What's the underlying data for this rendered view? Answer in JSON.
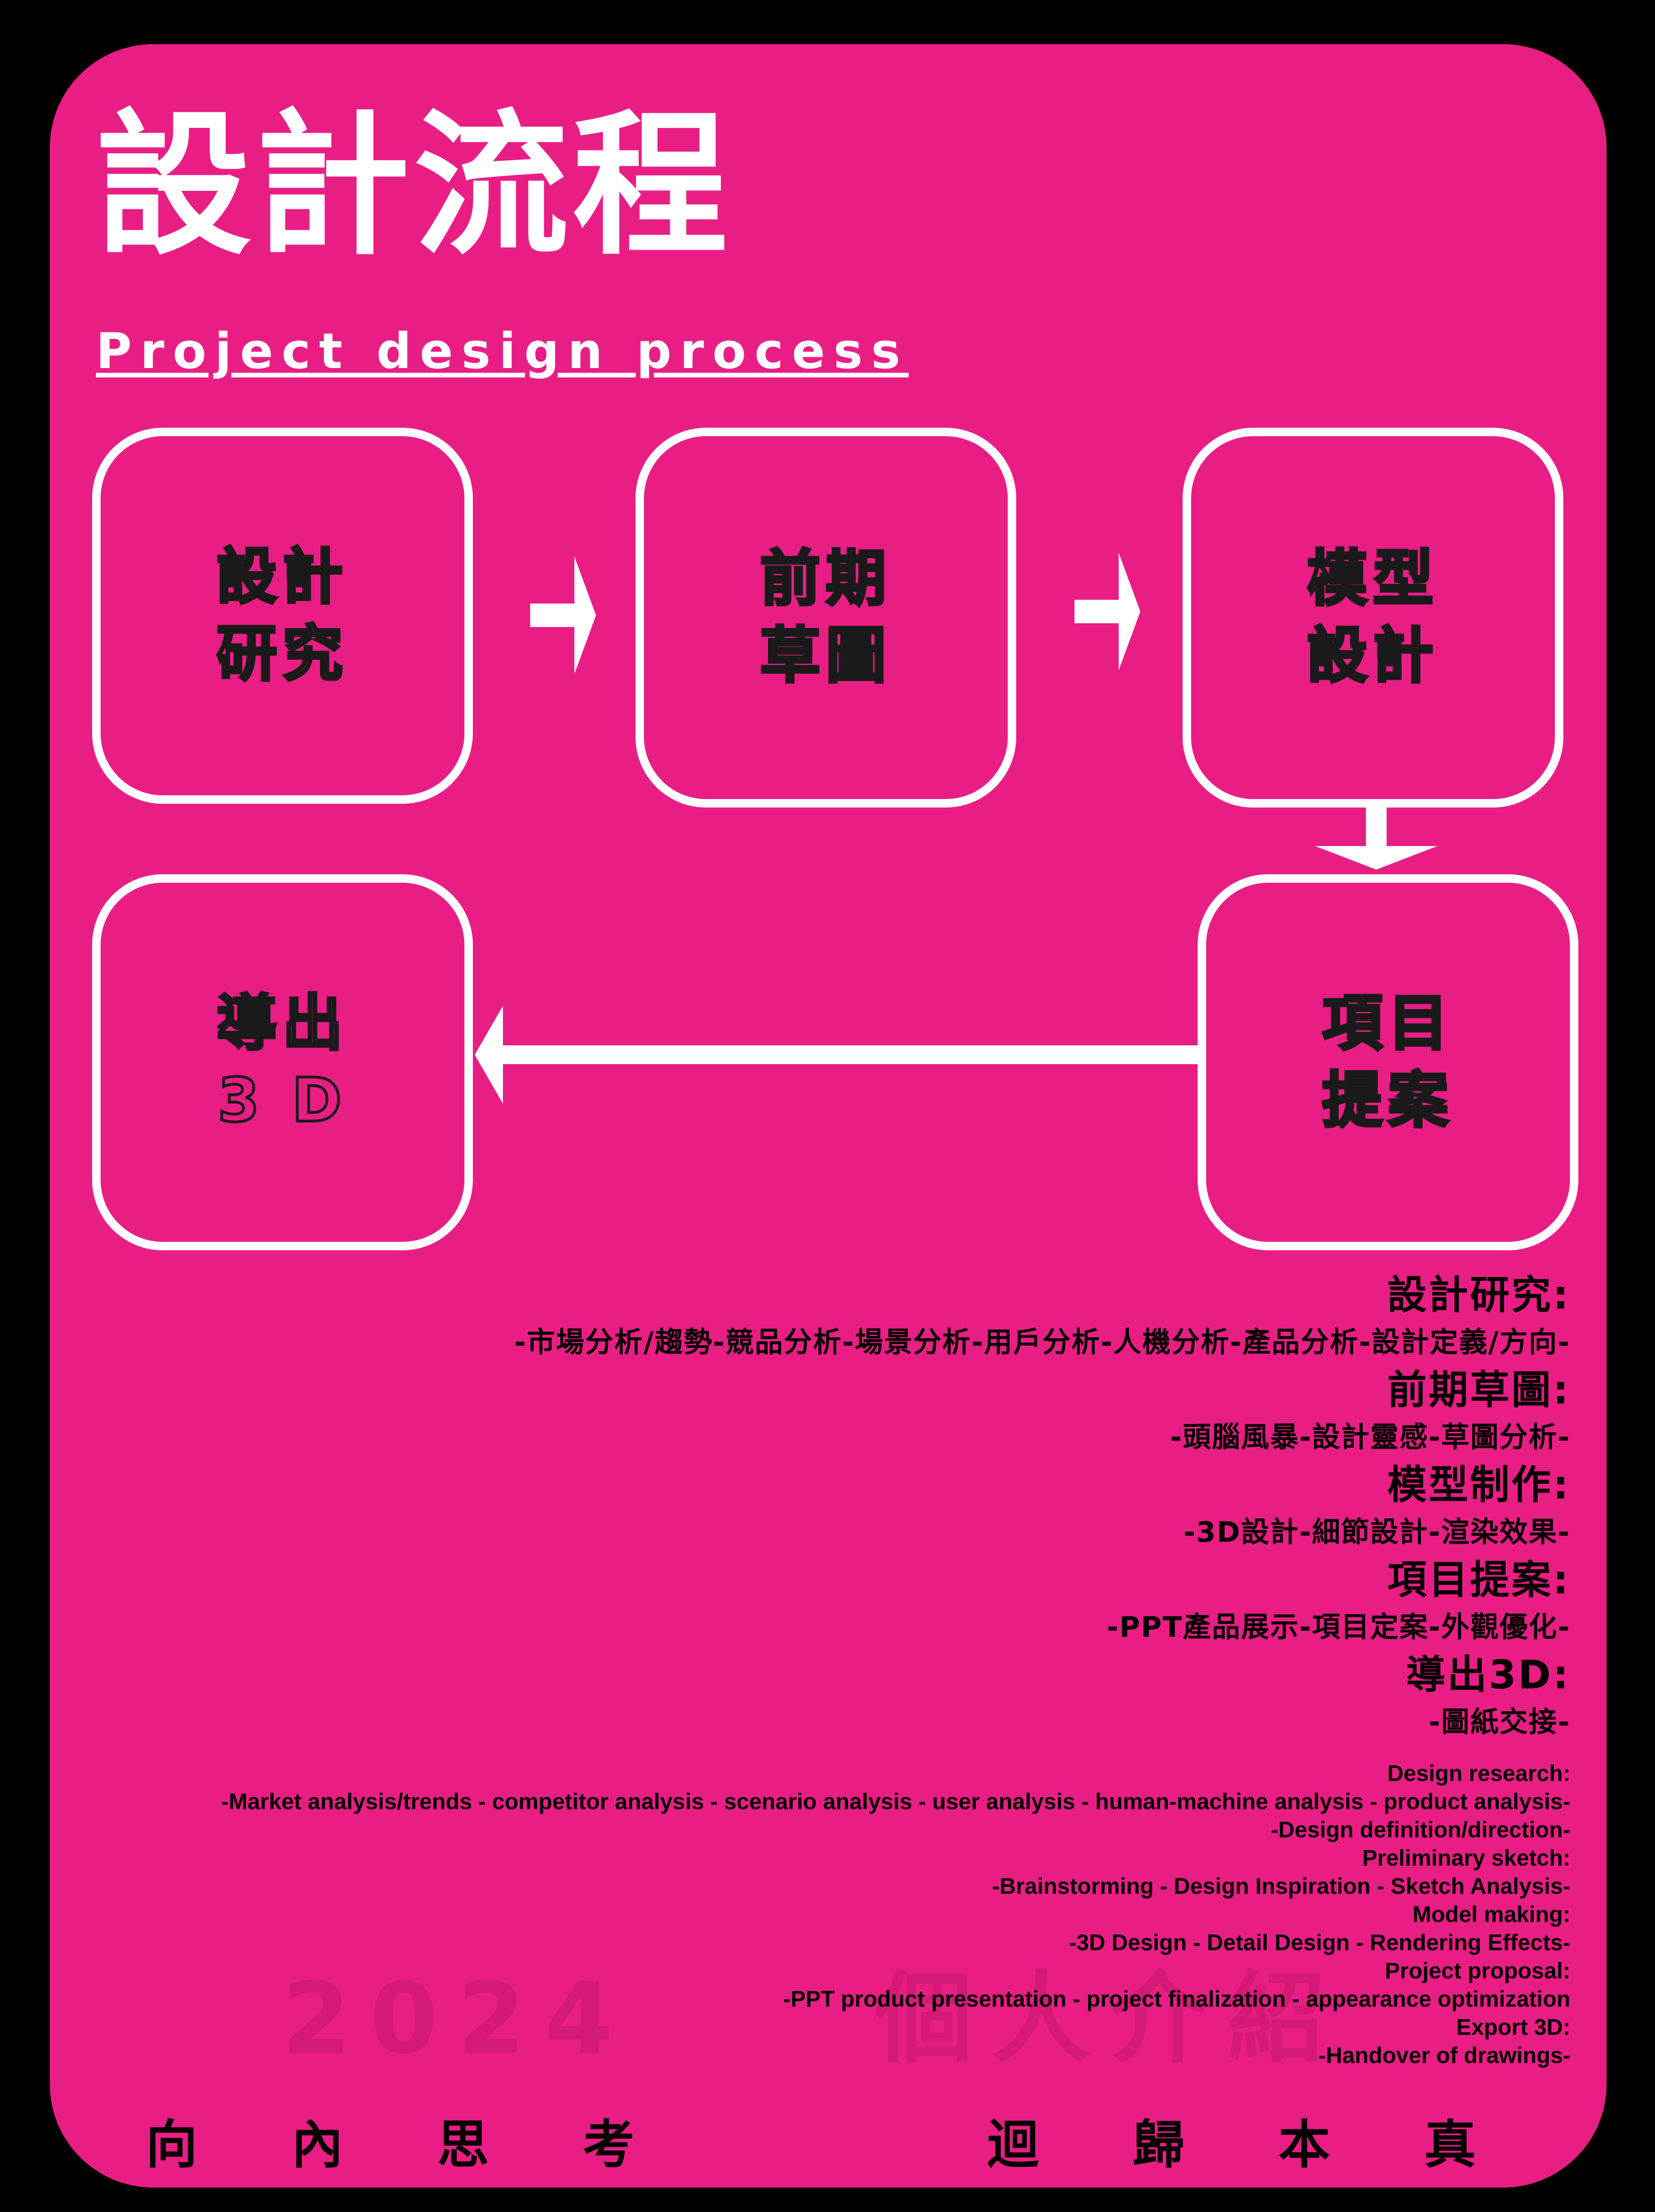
{
  "title": {
    "cn": "設計流程",
    "en": "Project design process"
  },
  "steps": [
    {
      "line1": "設計",
      "line2": "研究"
    },
    {
      "line1": "前期",
      "line2": "草圖"
    },
    {
      "line1": "模型",
      "line2": "設計"
    },
    {
      "line1": "項目",
      "line2": "提案"
    },
    {
      "line1": "導出",
      "line2": "3 D"
    }
  ],
  "details_cn": [
    {
      "heading": "設計研究:",
      "desc": "-市場分析/趨勢-競品分析-場景分析-用戶分析-人機分析-產品分析-設計定義/方向-"
    },
    {
      "heading": "前期草圖:",
      "desc": "-頭腦風暴-設計靈感-草圖分析-"
    },
    {
      "heading": "模型制作:",
      "desc": "-3D設計-細節設計-渲染效果-"
    },
    {
      "heading": "項目提案:",
      "desc": "-PPT產品展示-項目定案-外觀優化-"
    },
    {
      "heading": "導出3D:",
      "desc": "-圖紙交接-"
    }
  ],
  "details_en": [
    "Design research:",
    "-Market analysis/trends - competitor analysis - scenario analysis - user analysis - human-machine analysis - product analysis-",
    "-Design definition/direction-",
    "Preliminary sketch:",
    "-Brainstorming - Design Inspiration - Sketch Analysis-",
    "Model making:",
    "-3D Design - Detail Design - Rendering Effects-",
    "Project proposal:",
    "-PPT product presentation - project finalization - appearance optimization",
    "Export 3D:",
    "-Handover of drawings-"
  ],
  "watermark": {
    "year": "2024",
    "text": "個人介紹"
  },
  "footer": {
    "left": [
      "向",
      "內",
      "思",
      "考"
    ],
    "right": [
      "迴",
      "歸",
      "本",
      "真"
    ]
  },
  "colors": {
    "background": "#000000",
    "card": "#E91E85",
    "line": "#FFFFFF",
    "text": "#000000"
  }
}
